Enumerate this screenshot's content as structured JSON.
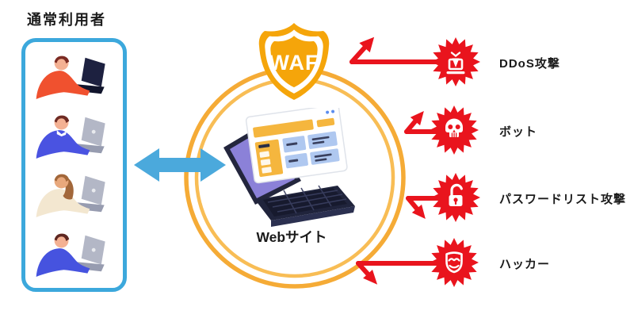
{
  "users_panel": {
    "label": "通常利用者",
    "users": [
      {
        "name": "woman-orange-sweater",
        "shirt": "#F0512F",
        "hair": "#7B2B23",
        "skin": "#F4B193",
        "laptop": "#1D2140",
        "laptop_base": "#10142B",
        "logo": false,
        "long_hair": false,
        "collar": false
      },
      {
        "name": "man-blue-sweater",
        "shirt": "#4A53E1",
        "hair": "#6E2B24",
        "skin": "#F4B193",
        "laptop": "#B3B7C6",
        "laptop_base": "#979CB0",
        "logo": true,
        "long_hair": false,
        "collar": true
      },
      {
        "name": "woman-cream-shirt",
        "shirt": "#F3E7D0",
        "hair": "#A2673A",
        "skin": "#E8A87C",
        "laptop": "#B3B7C6",
        "laptop_base": "#979CB0",
        "logo": true,
        "long_hair": true,
        "collar": false
      },
      {
        "name": "man-blue-sweater-2",
        "shirt": "#4653DF",
        "hair": "#5E2721",
        "skin": "#F4B193",
        "laptop": "#B3B7C6",
        "laptop_base": "#979CB0",
        "logo": true,
        "long_hair": false,
        "collar": false
      }
    ]
  },
  "waf": {
    "shield_label": "WAF"
  },
  "website": {
    "label": "Webサイト"
  },
  "threats": [
    {
      "label": "DDoS攻撃",
      "icon": "laptop-bomb-icon"
    },
    {
      "label": "ボット",
      "icon": "skull-icon"
    },
    {
      "label": "パスワードリスト攻撃",
      "icon": "open-padlock-icon"
    },
    {
      "label": "ハッカー",
      "icon": "hacker-mask-icon"
    }
  ],
  "colors": {
    "threat_red": "#E9141D",
    "ring_amber": "#F5AB36",
    "ring_amber_light": "#F8BD55",
    "shield_orange": "#F5A50A",
    "arrow_blue": "#4BA9DC",
    "panel_border_blue": "#3CA8DC",
    "ink": "#1B1B1B",
    "laptop_navy": "#20243C",
    "laptop_purple": "#8B81D8",
    "browser_yellow": "#F5B63E",
    "browser_card_blue": "#AFC8F0"
  }
}
